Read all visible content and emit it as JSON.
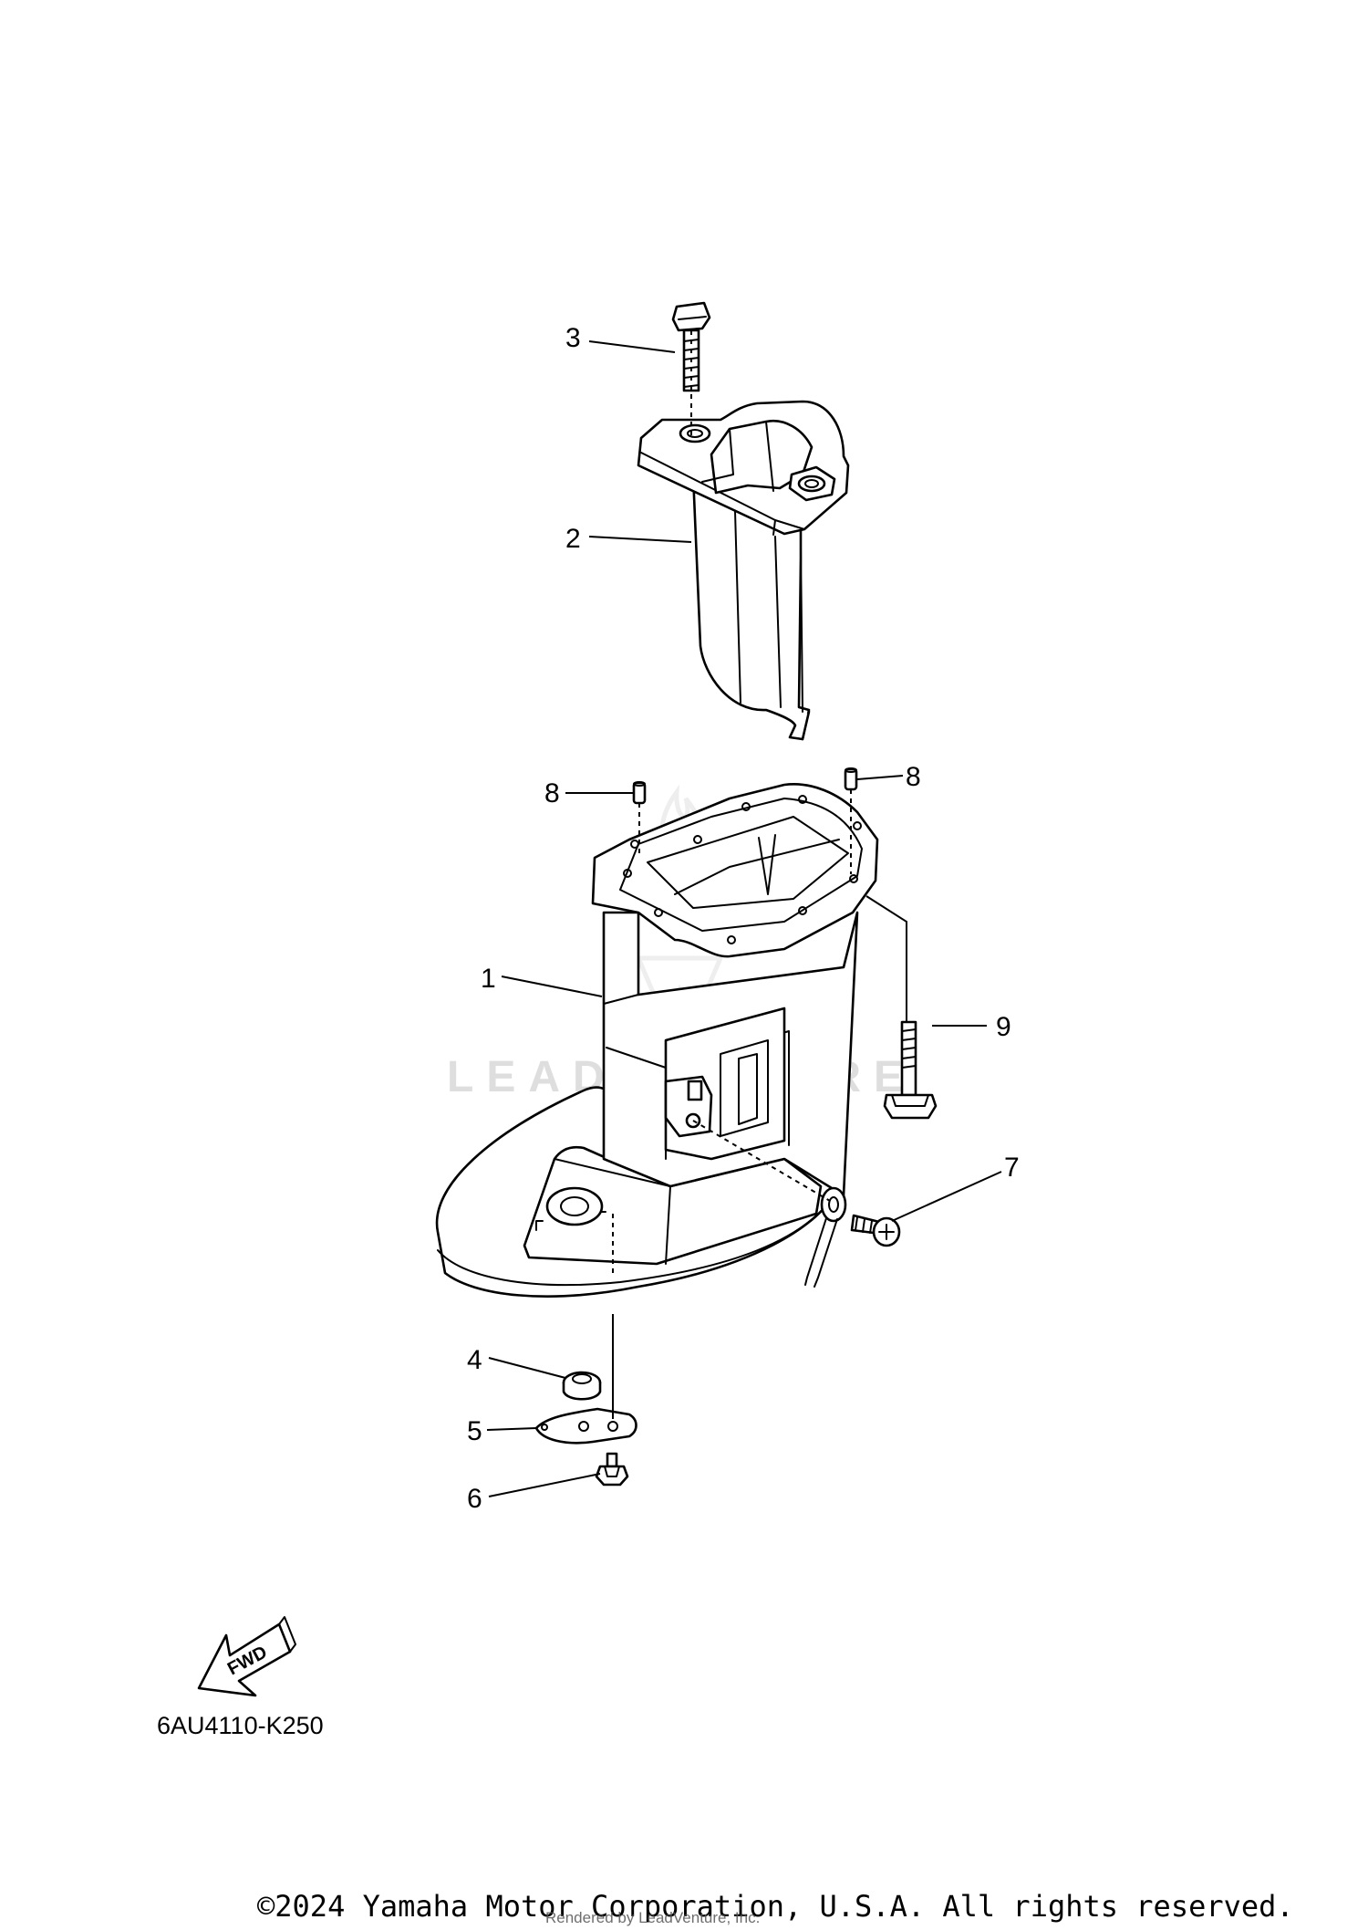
{
  "callouts": [
    {
      "id": "1",
      "label": "1"
    },
    {
      "id": "2",
      "label": "2"
    },
    {
      "id": "3",
      "label": "3"
    },
    {
      "id": "4",
      "label": "4"
    },
    {
      "id": "5",
      "label": "5"
    },
    {
      "id": "6",
      "label": "6"
    },
    {
      "id": "7",
      "label": "7"
    },
    {
      "id": "8a",
      "label": "8"
    },
    {
      "id": "8b",
      "label": "8"
    },
    {
      "id": "9",
      "label": "9"
    }
  ],
  "watermark": {
    "text": "LEADVENTURE"
  },
  "fwd_arrow": {
    "label": "FWD"
  },
  "diagram_code": "6AU4110-K250",
  "footer": {
    "copyright": "©2024 Yamaha Motor Corporation, U.S.A. All rights reserved.",
    "rendered_by": "Rendered by LeadVenture, Inc."
  },
  "colors": {
    "line": "#000000",
    "background": "#ffffff",
    "watermark": "#dedede"
  }
}
